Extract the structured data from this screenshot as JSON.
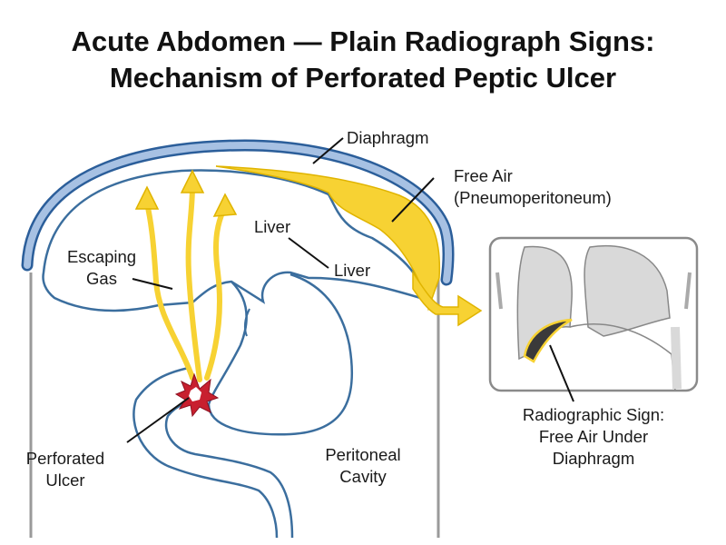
{
  "title": {
    "line1": "Acute Abdomen — Plain Radiograph Signs:",
    "line2": "Mechanism of Perforated Peptic Ulcer"
  },
  "labels": {
    "diaphragm": "Diaphragm",
    "free_air_1": "Free Air",
    "free_air_2": "(Pneumoperitoneum)",
    "liver_upper": "Liver",
    "liver_lower": "Liver",
    "escaping_gas_1": "Escaping",
    "escaping_gas_2": "Gas",
    "perforated_ulcer_1": "Perforated",
    "perforated_ulcer_2": "Ulcer",
    "peritoneal_cavity_1": "Peritoneal",
    "peritoneal_cavity_2": "Cavity",
    "radiographic_sign_1": "Radiographic Sign:",
    "radiographic_sign_2": "Free Air Under",
    "radiographic_sign_3": "Diaphragm"
  },
  "colors": {
    "diaphragm_fill": "#a7c1e3",
    "diaphragm_stroke": "#2b5e9a",
    "organ_outline": "#3b6e9e",
    "gas_yellow": "#f7d233",
    "ulcer_red": "#c8202f",
    "xray_gray": "#d9d9d9",
    "xray_air": "#3a3a3a",
    "leader_line": "#111111"
  }
}
